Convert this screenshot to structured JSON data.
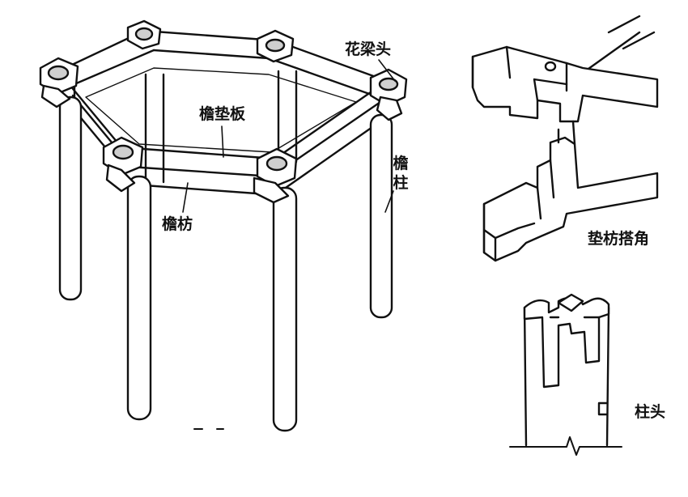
{
  "labels": {
    "flower_beam_head": "花梁头",
    "eave_pad_board": "檐垫板",
    "eave_column": "檐柱",
    "eave_tie_beam": "檐枋",
    "pad_tie_corner": "垫枋搭角",
    "column_head": "柱头"
  },
  "colors": {
    "ink": "#111111",
    "paper": "#ffffff",
    "shade": "#cfcfcf"
  }
}
